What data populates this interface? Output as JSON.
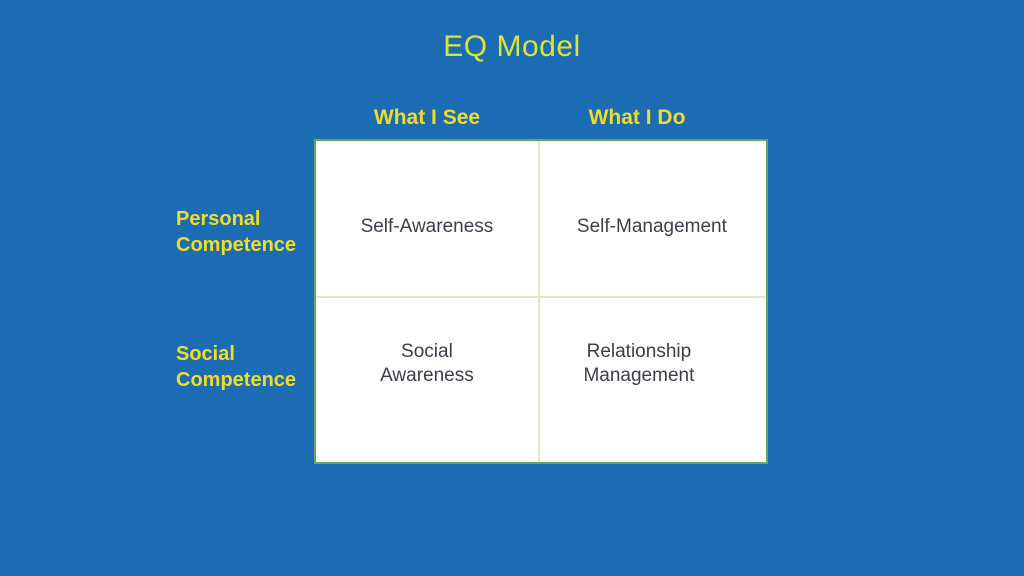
{
  "title": "EQ Model",
  "colors": {
    "background": "#1b6cb3",
    "title_text": "#dbe439",
    "label_text": "#f2dd26",
    "grid_border": "#69a758",
    "grid_line": "#dce9c8",
    "cell_text": "#3b3f4a",
    "cell_background": "#ffffff"
  },
  "column_headers": [
    {
      "label": "What I See"
    },
    {
      "label": "What I Do"
    }
  ],
  "row_labels": [
    {
      "label": "Personal\nCompetence"
    },
    {
      "label": "Social\nCompetence"
    }
  ],
  "quadrants": [
    {
      "row": "Personal Competence",
      "column": "What I See",
      "label": "Self-Awareness"
    },
    {
      "row": "Personal Competence",
      "column": "What I Do",
      "label": "Self-Management"
    },
    {
      "row": "Social Competence",
      "column": "What I See",
      "label": "Social\nAwareness"
    },
    {
      "row": "Social Competence",
      "column": "What I Do",
      "label": "Relationship\nManagement"
    }
  ]
}
